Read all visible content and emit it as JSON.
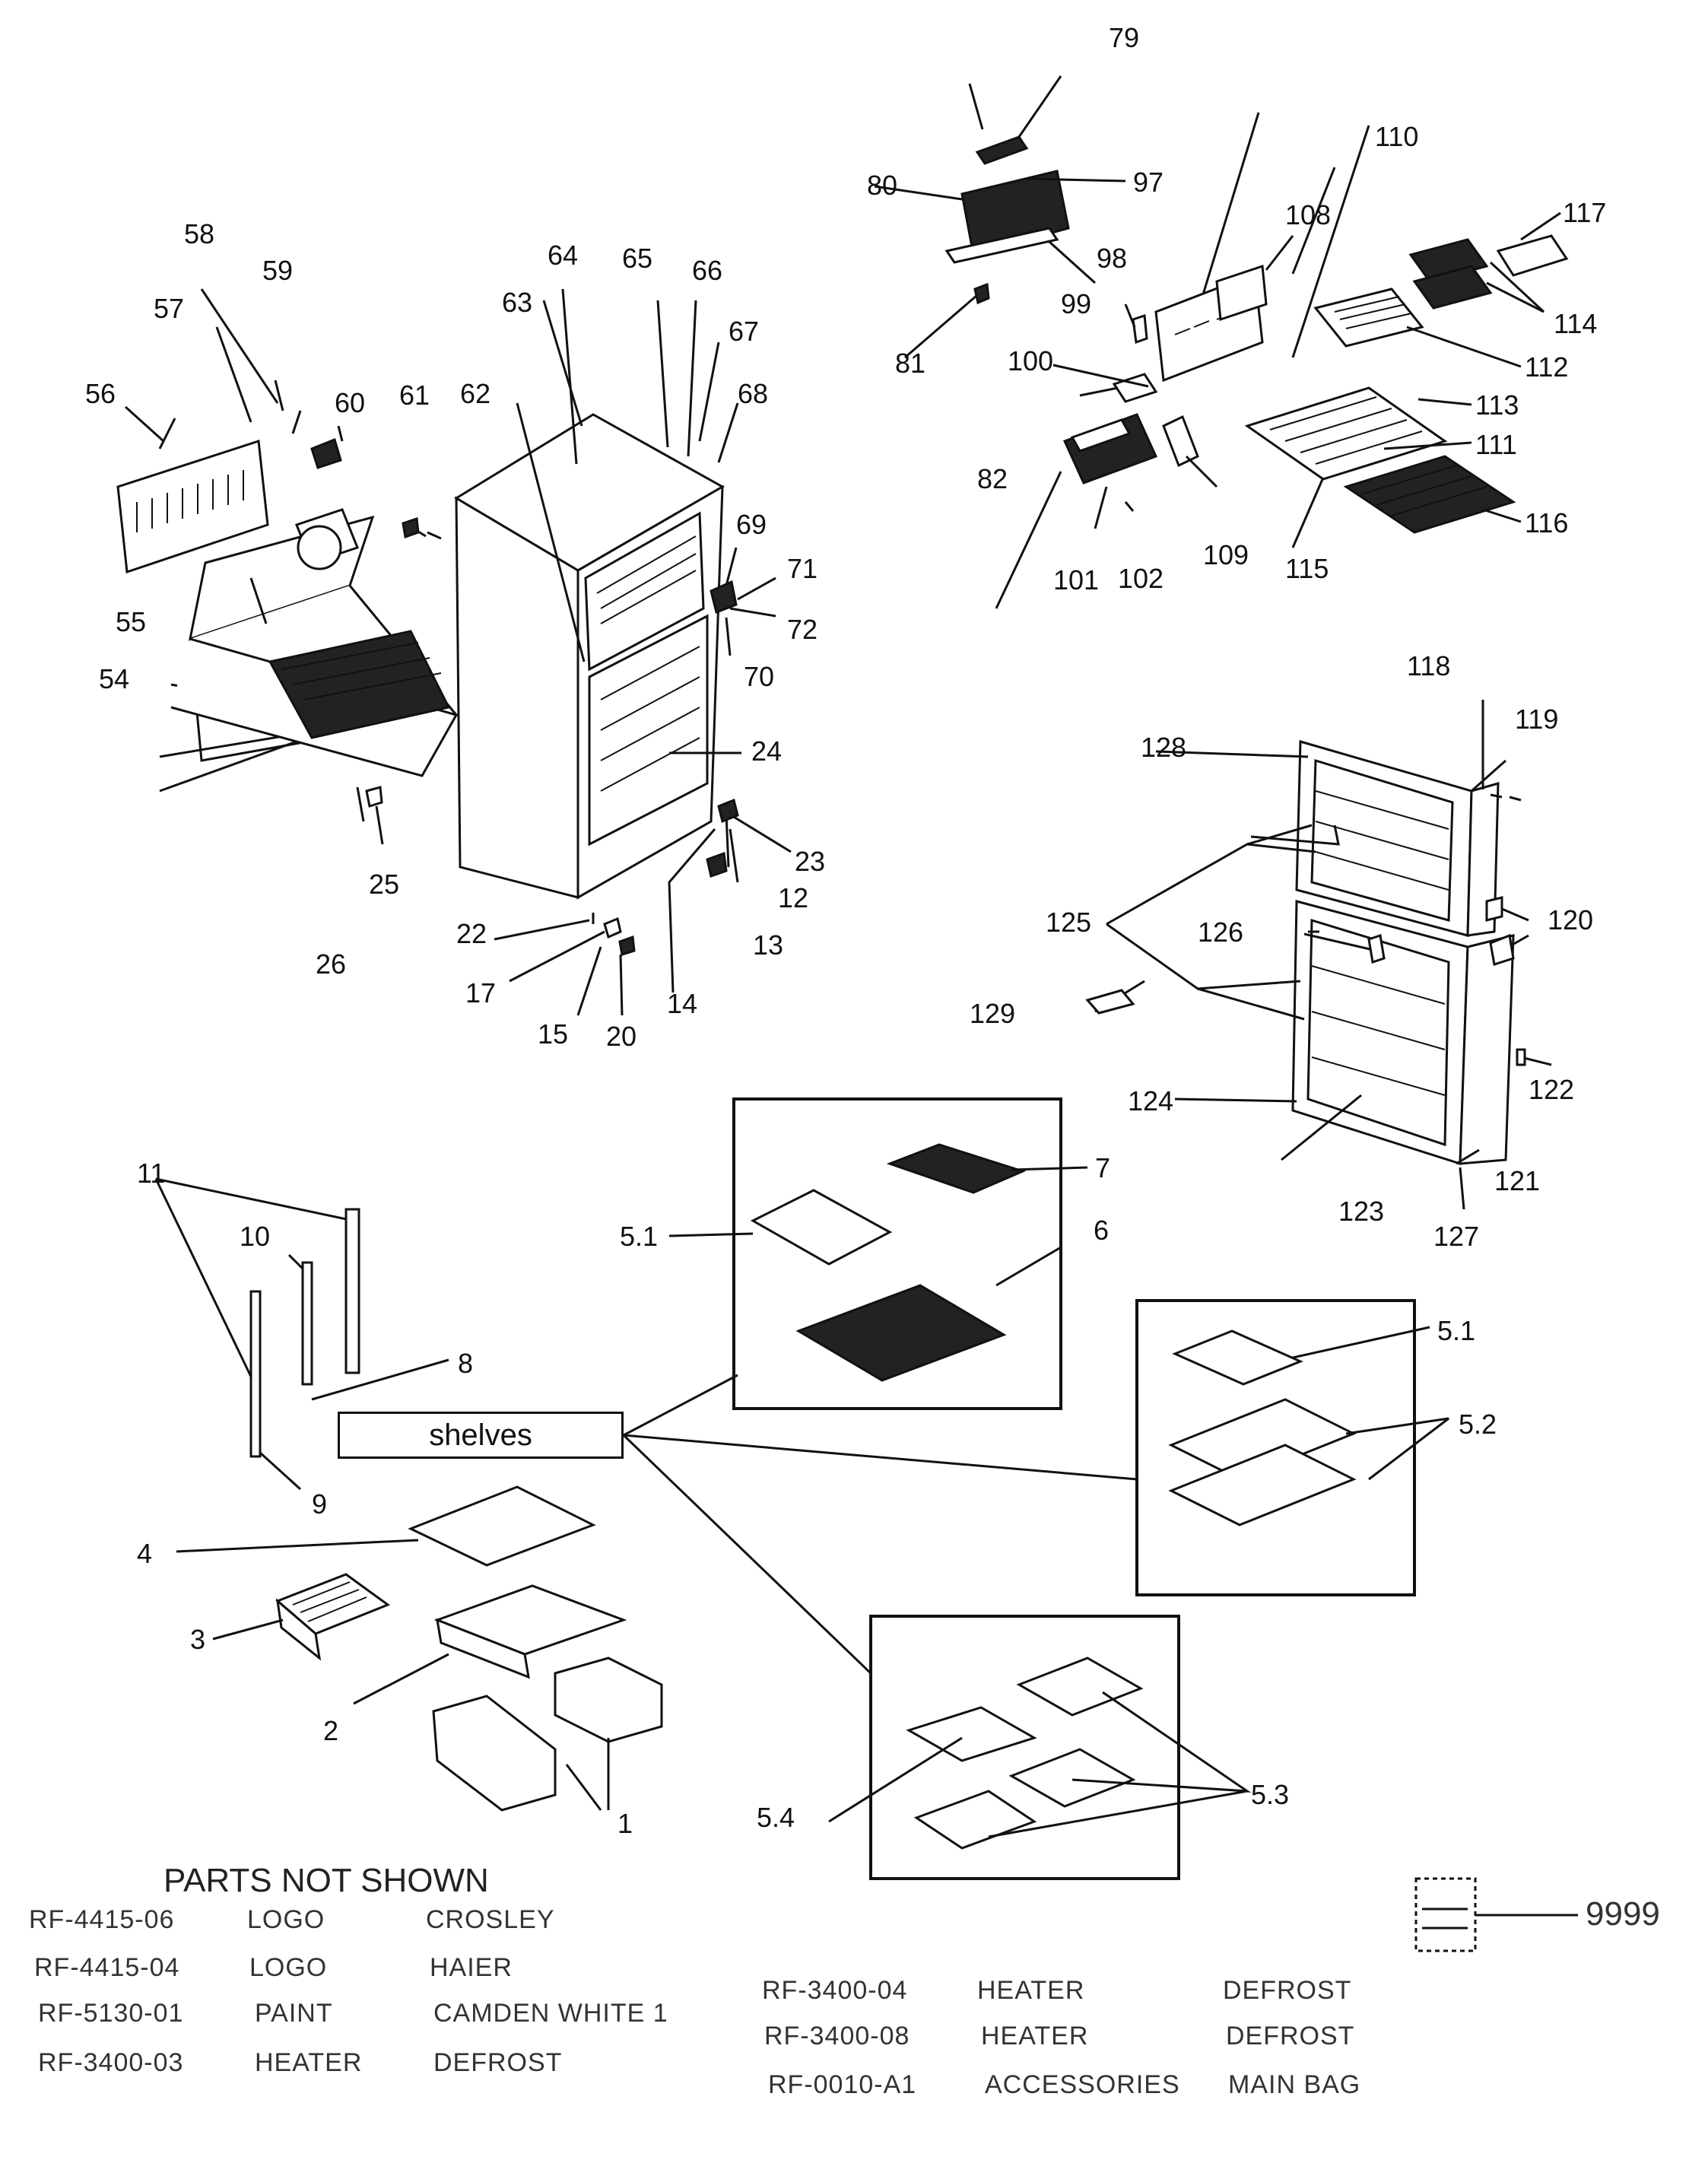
{
  "callouts": {
    "c79": "79",
    "c80": "80",
    "c97": "97",
    "c99": "99",
    "c81": "81",
    "c98": "98",
    "c100": "100",
    "c82": "82",
    "c101": "101",
    "c102": "102",
    "c109": "109",
    "c108": "108",
    "c110": "110",
    "c117": "117",
    "c114": "114",
    "c112": "112",
    "c113": "113",
    "c111": "111",
    "c115": "115",
    "c116": "116",
    "c58": "58",
    "c59": "59",
    "c57": "57",
    "c56": "56",
    "c60": "60",
    "c61": "61",
    "c62": "62",
    "c63": "63",
    "c64": "64",
    "c65": "65",
    "c66": "66",
    "c67": "67",
    "c68": "68",
    "c55": "55",
    "c54": "54",
    "c69": "69",
    "c71": "71",
    "c72": "72",
    "c70": "70",
    "c24": "24",
    "c23": "23",
    "c12": "12",
    "c13": "13",
    "c25": "25",
    "c26": "26",
    "c22": "22",
    "c17": "17",
    "c15": "15",
    "c20": "20",
    "c14": "14",
    "c118": "118",
    "c119": "119",
    "c128": "128",
    "c120": "120",
    "c125": "125",
    "c126": "126",
    "c129": "129",
    "c122": "122",
    "c124": "124",
    "c121": "121",
    "c123": "123",
    "c127": "127",
    "c11": "11",
    "c10": "10",
    "c8": "8",
    "c9": "9",
    "c7": "7",
    "c6": "6",
    "c51a": "5.1",
    "c51b": "5.1",
    "c52": "5.2",
    "c53": "5.3",
    "c54b": "5.4",
    "c4": "4",
    "c3": "3",
    "c2": "2",
    "c1": "1"
  },
  "shelves_label": "shelves",
  "parts_not_shown": {
    "title": "PARTS NOT SHOWN",
    "left": [
      {
        "part": "RF-4415-06",
        "item": "LOGO",
        "desc": "CROSLEY"
      },
      {
        "part": "RF-4415-04",
        "item": "LOGO",
        "desc": "HAIER"
      },
      {
        "part": "RF-5130-01",
        "item": "PAINT",
        "desc": "CAMDEN WHITE 1"
      },
      {
        "part": "RF-3400-03",
        "item": "HEATER",
        "desc": "DEFROST"
      }
    ],
    "right": [
      {
        "part": "RF-3400-04",
        "item": "HEATER",
        "desc": "DEFROST"
      },
      {
        "part": "RF-3400-08",
        "item": "HEATER",
        "desc": "DEFROST"
      },
      {
        "part": "RF-0010-A1",
        "item": "ACCESSORIES",
        "desc": "MAIN BAG"
      }
    ]
  },
  "bag_code": "9999"
}
